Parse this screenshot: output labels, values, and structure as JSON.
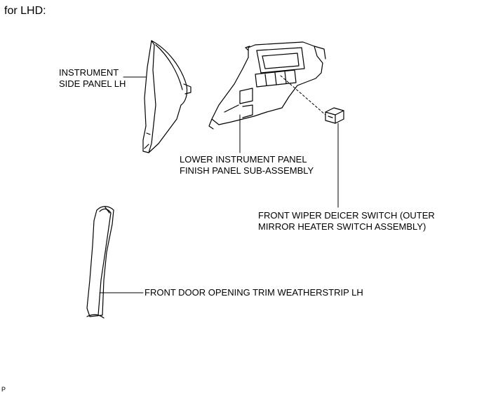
{
  "heading": "for LHD:",
  "labels": {
    "side_panel": [
      "INSTRUMENT",
      "SIDE PANEL LH"
    ],
    "lower_panel": [
      "LOWER INSTRUMENT PANEL",
      "FINISH PANEL SUB-ASSEMBLY"
    ],
    "switch": [
      "FRONT WIPER DEICER SWITCH (OUTER",
      "MIRROR HEATER SWITCH ASSEMBLY)"
    ],
    "weatherstrip": [
      "FRONT DOOR OPENING TRIM WEATHERSTRIP LH"
    ]
  },
  "figure_id": "P"
}
